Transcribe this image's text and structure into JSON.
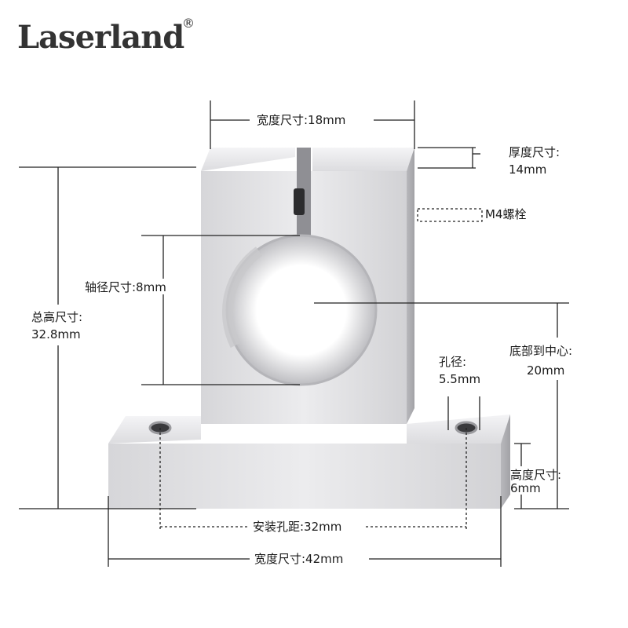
{
  "brand": {
    "logo_text": "Laserland",
    "registered_mark": "®"
  },
  "labels": {
    "top_width": "宽度尺寸:18mm",
    "thickness_title": "厚度尺寸:",
    "thickness_value": "14mm",
    "bolt": "M4螺栓",
    "shaft": "轴径尺寸:8mm",
    "total_title": "总高尺寸:",
    "total_value": "32.8mm",
    "center_title": "底部到中心:",
    "center_value": "20mm",
    "hole_title": "孔径:",
    "hole_value": "5.5mm",
    "base_title": "高度尺寸:",
    "base_value": "6mm",
    "mount": "安装孔距:32mm",
    "bottom_width": "宽度尺寸:42mm"
  },
  "colors": {
    "metal_light": "#e4e4e6",
    "metal_mid": "#cfcfd2",
    "metal_dark": "#a9a9ad",
    "line": "#222222"
  }
}
